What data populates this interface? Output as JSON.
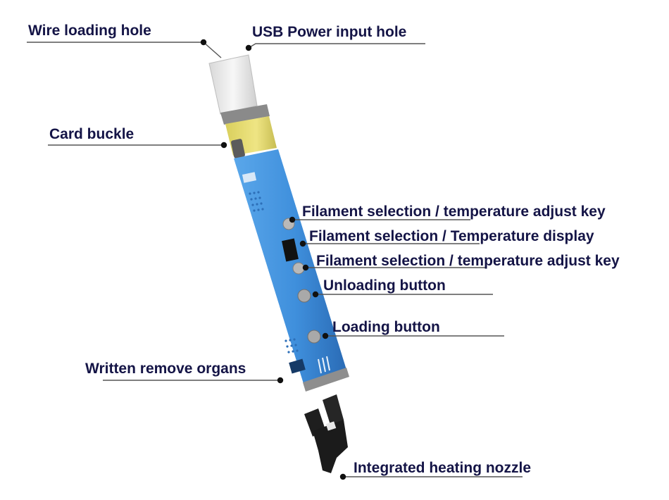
{
  "labels": {
    "wire_loading_hole": "Wire loading hole",
    "usb_power_input_hole": "USB Power input hole",
    "card_buckle": "Card buckle",
    "filament_adjust_key_top": "Filament selection / temperature adjust key",
    "filament_display": "Filament selection / Temperature display",
    "filament_adjust_key_bottom": "Filament selection / temperature adjust key",
    "unloading_button": "Unloading button",
    "loading_button": "Loading button",
    "written_remove_organs": "Written remove organs",
    "integrated_heating_nozzle": "Integrated heating nozzle"
  },
  "colors": {
    "label_text": "#141446",
    "leader_line": "#555555",
    "pen_body": "#3f8fdc",
    "pen_shadow": "#2a6bb5",
    "collar": "#e6dc72",
    "cap": "#eeeeee",
    "nozzle": "#1e1e1e"
  }
}
